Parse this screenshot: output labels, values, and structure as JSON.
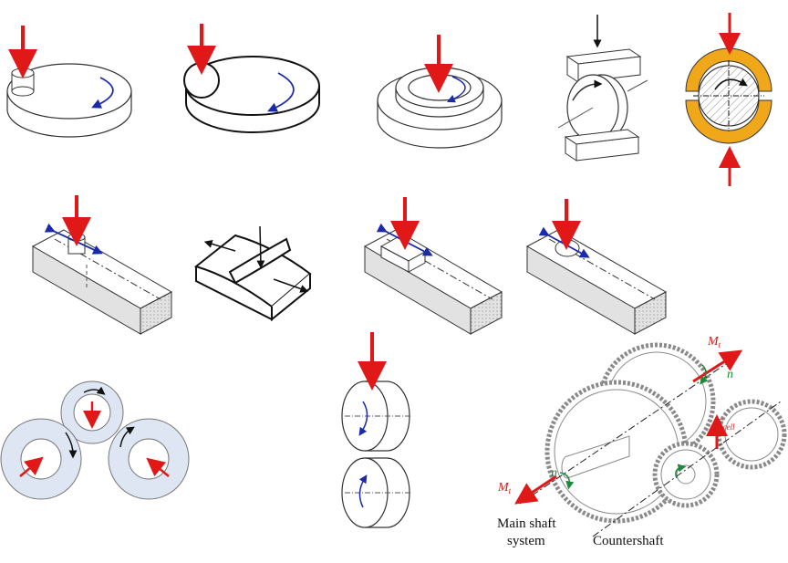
{
  "labels": {
    "mt_top": "M",
    "mt_top_sub": "t",
    "n_top": "n",
    "f_cell": "F",
    "f_cell_sub": "cell",
    "mt_left": "M",
    "mt_left_sub": "t",
    "n_left": "n",
    "main_shaft_line1": "Main shaft",
    "main_shaft_line2": "system",
    "countershaft": "Countershaft"
  },
  "colors": {
    "force_arrow": "#e01818",
    "motion_arrow": "#1a2aa8",
    "roller_fill": "#dde6f2",
    "bearing_shell": "#f0a81a",
    "block_side": "#e2e2e2",
    "gear_line": "#8a8a8a",
    "torque_green": "#1c8a3a"
  }
}
